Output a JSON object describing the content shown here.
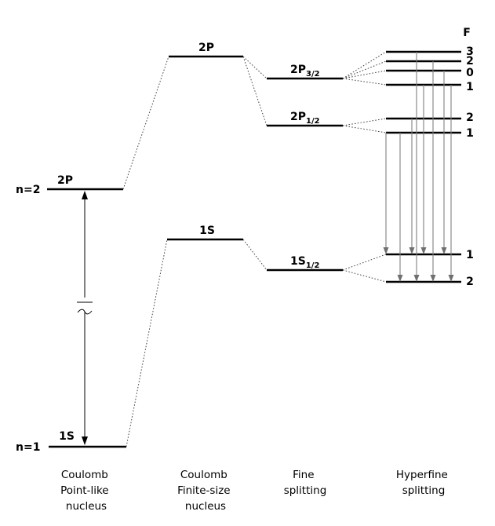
{
  "f_header": "F",
  "columns": [
    {
      "lines": [
        "Coulomb",
        "Point-like",
        "nucleus"
      ]
    },
    {
      "lines": [
        "Coulomb",
        "Finite-size",
        "nucleus"
      ]
    },
    {
      "lines": [
        "Fine",
        "splitting"
      ]
    },
    {
      "lines": [
        "Hyperfine",
        "splitting"
      ]
    }
  ],
  "coulomb_point": {
    "n2": {
      "n_label": "n=2",
      "state": "2P"
    },
    "n1": {
      "n_label": "n=1",
      "state": "1S"
    }
  },
  "finite_size": {
    "upper": "2P",
    "lower": "1S"
  },
  "fine": [
    {
      "base": "2P",
      "sub": "3/2"
    },
    {
      "base": "2P",
      "sub": "1/2"
    },
    {
      "base": "1S",
      "sub": "1/2"
    }
  ],
  "hyperfine": [
    {
      "F": "3"
    },
    {
      "F": "2"
    },
    {
      "F": "0"
    },
    {
      "F": "1"
    },
    {
      "F": "2"
    },
    {
      "F": "1"
    },
    {
      "F": "1"
    },
    {
      "F": "2"
    }
  ]
}
